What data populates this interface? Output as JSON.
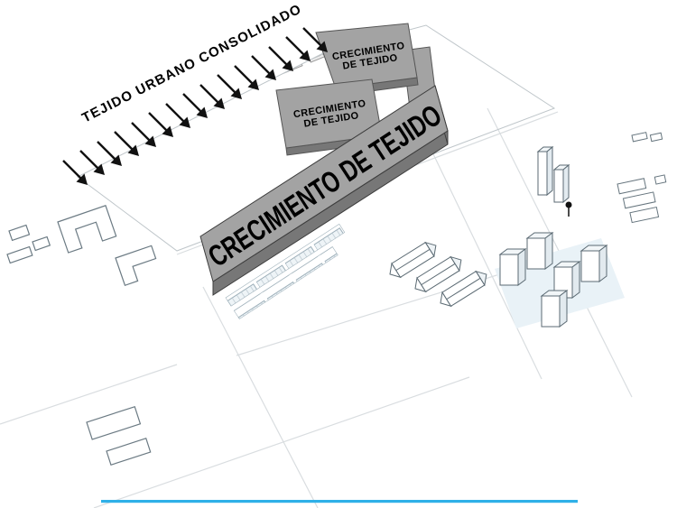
{
  "diagram": {
    "title": "axonometric-urban-growth-diagram",
    "background": "#ffffff"
  },
  "labels": {
    "consolidated_fabric": "TEJIDO URBANO CONSOLIDADO",
    "growth_line1": "CRECIMIENTO",
    "growth_line2": "DE TEJIDO",
    "growth_full": "CRECIMIENTO DE TEJIDO"
  },
  "colors": {
    "growth_block": "#a3a3a3",
    "growth_block_side": "#777777",
    "fabric_fill": "#ededed",
    "fabric_line": "#9a9a9a",
    "outline": "#5b6a73",
    "arrow": "#111111",
    "text": "#000000",
    "accent_blue": "#2fb0e8"
  },
  "arrows": {
    "count": 15,
    "direction": "southeast"
  },
  "icons": {
    "flow_arrow": "arrow-southeast",
    "tree": "tree-marker"
  }
}
